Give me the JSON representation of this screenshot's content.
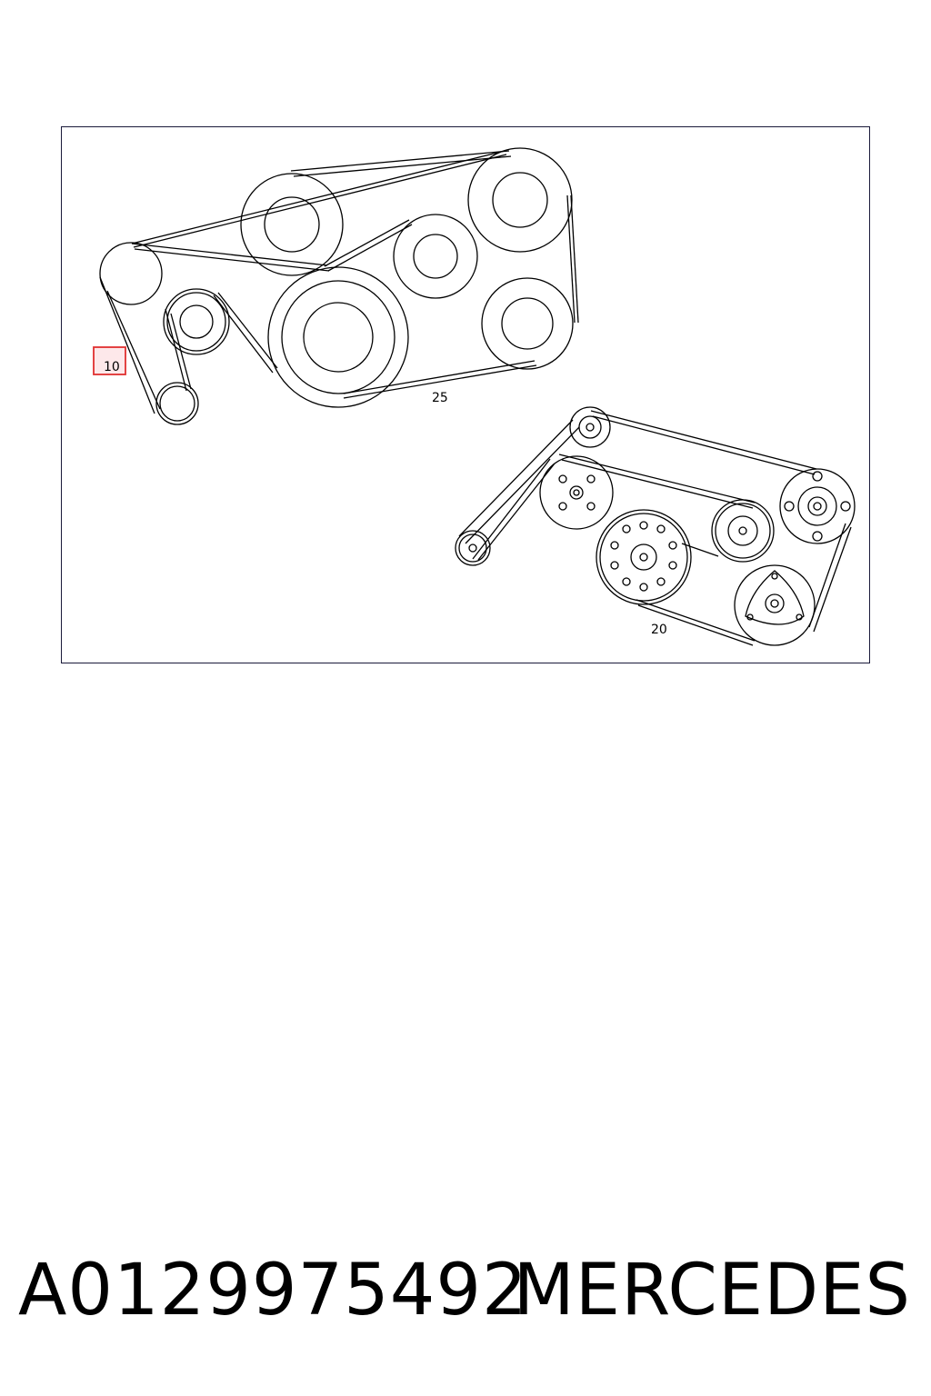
{
  "diagram": {
    "callouts": [
      {
        "id": "10",
        "label": "10",
        "highlighted": true
      },
      {
        "id": "25",
        "label": "25",
        "highlighted": false
      },
      {
        "id": "20",
        "label": "20",
        "highlighted": false
      }
    ],
    "highlight_color": "#e03030",
    "highlight_fill": "#fde8ea",
    "line_color": "#000000",
    "frame_color": "#1a1a3a"
  },
  "footer": {
    "part_number": "A0129975492",
    "brand": "MERCEDES"
  }
}
